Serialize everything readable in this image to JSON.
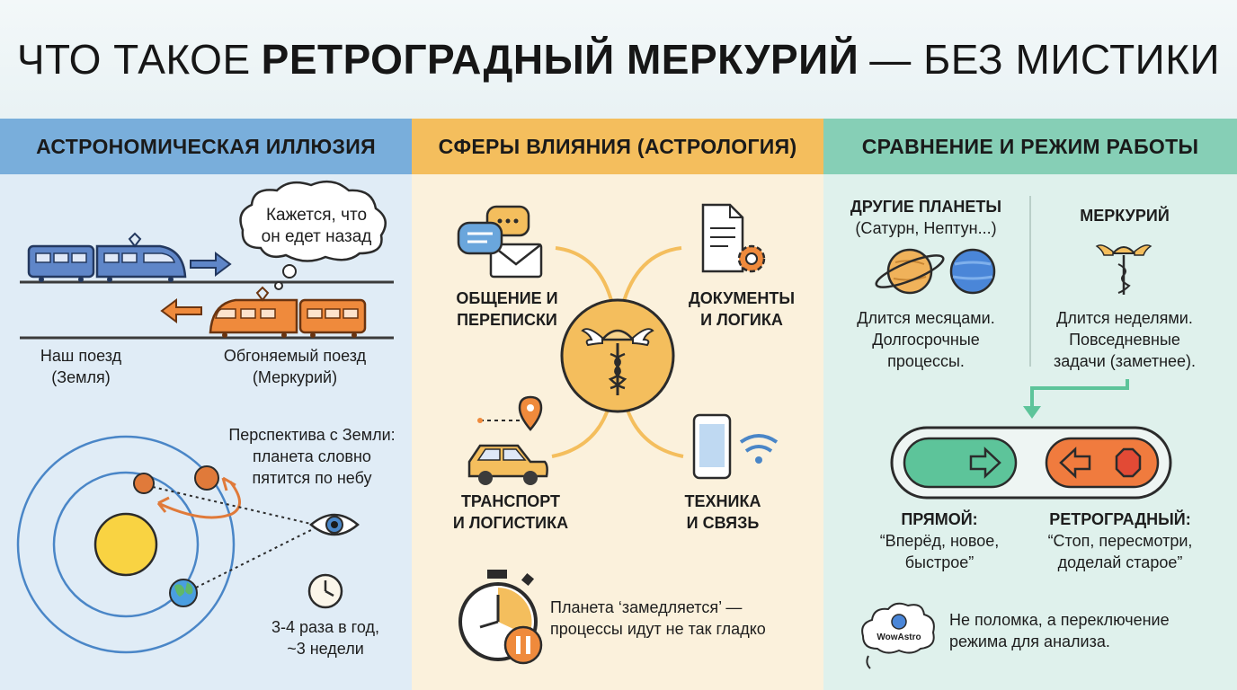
{
  "title": {
    "pre": "ЧТО ТАКОЕ",
    "bold": "РЕТРОГРАДНЫЙ МЕРКУРИЙ",
    "post": "— БЕЗ МИСТИКИ"
  },
  "astronomy": {
    "header": "АСТРОНОМИЧЕСКАЯ ИЛЛЮЗИЯ",
    "thought_line1": "Кажется, что",
    "thought_line2": "он едет назад",
    "our_train_line1": "Наш поезд",
    "our_train_line2": "(Земля)",
    "other_train_line1": "Обгоняемый поезд",
    "other_train_line2": "(Меркурий)",
    "perspective_line1": "Перспектива с Земли:",
    "perspective_line2": "планета словно",
    "perspective_line3": "пятится по небу",
    "frequency_line1": "3-4 раза в год,",
    "frequency_line2": "~3 недели"
  },
  "spheres": {
    "header": "СФЕРЫ ВЛИЯНИЯ (АСТРОЛОГИЯ)",
    "communication_line1": "ОБЩЕНИЕ И",
    "communication_line2": "ПЕРЕПИСКИ",
    "documents_line1": "ДОКУМЕНТЫ",
    "documents_line2": "И ЛОГИКА",
    "transport_line1": "ТРАНСПОРТ",
    "transport_line2": "И ЛОГИСТИКА",
    "tech_line1": "ТЕХНИКА",
    "tech_line2": "И СВЯЗЬ",
    "slowdown_line1": "Планета ‘замедляется’ —",
    "slowdown_line2": "процессы идут не так гладко"
  },
  "comparison": {
    "header": "СРАВНЕНИЕ И РЕЖИМ РАБОТЫ",
    "others_title": "ДРУГИЕ ПЛАНЕТЫ",
    "others_subtitle": "(Сатурн, Нептун...)",
    "others_desc_line1": "Длится месяцами.",
    "others_desc_line2": "Долгосрочные",
    "others_desc_line3": "процессы.",
    "mercury_title": "МЕРКУРИЙ",
    "mercury_desc_line1": "Длится неделями.",
    "mercury_desc_line2": "Повседневные",
    "mercury_desc_line3": "задачи (заметнее).",
    "direct_title": "ПРЯМОЙ:",
    "direct_line1": "“Вперёд, новое,",
    "direct_line2": "быстрое”",
    "retro_title": "РЕТРОГРАДНЫЙ:",
    "retro_line1": "“Стоп, пересмотри,",
    "retro_line2": "доделай старое”",
    "logo_text": "WowAstro",
    "note_line1": "Не поломка, а переключение",
    "note_line2": "режима для анализа."
  },
  "colors": {
    "blue_band": "#79aedb",
    "orange_band": "#f4be5d",
    "green_band": "#86cfb6",
    "train_blue": "#5f86c8",
    "train_orange": "#ef8a3c",
    "sun": "#f9d342",
    "switch_green": "#5dc49a",
    "switch_orange": "#f07b3e",
    "stop_red": "#e24a35"
  }
}
